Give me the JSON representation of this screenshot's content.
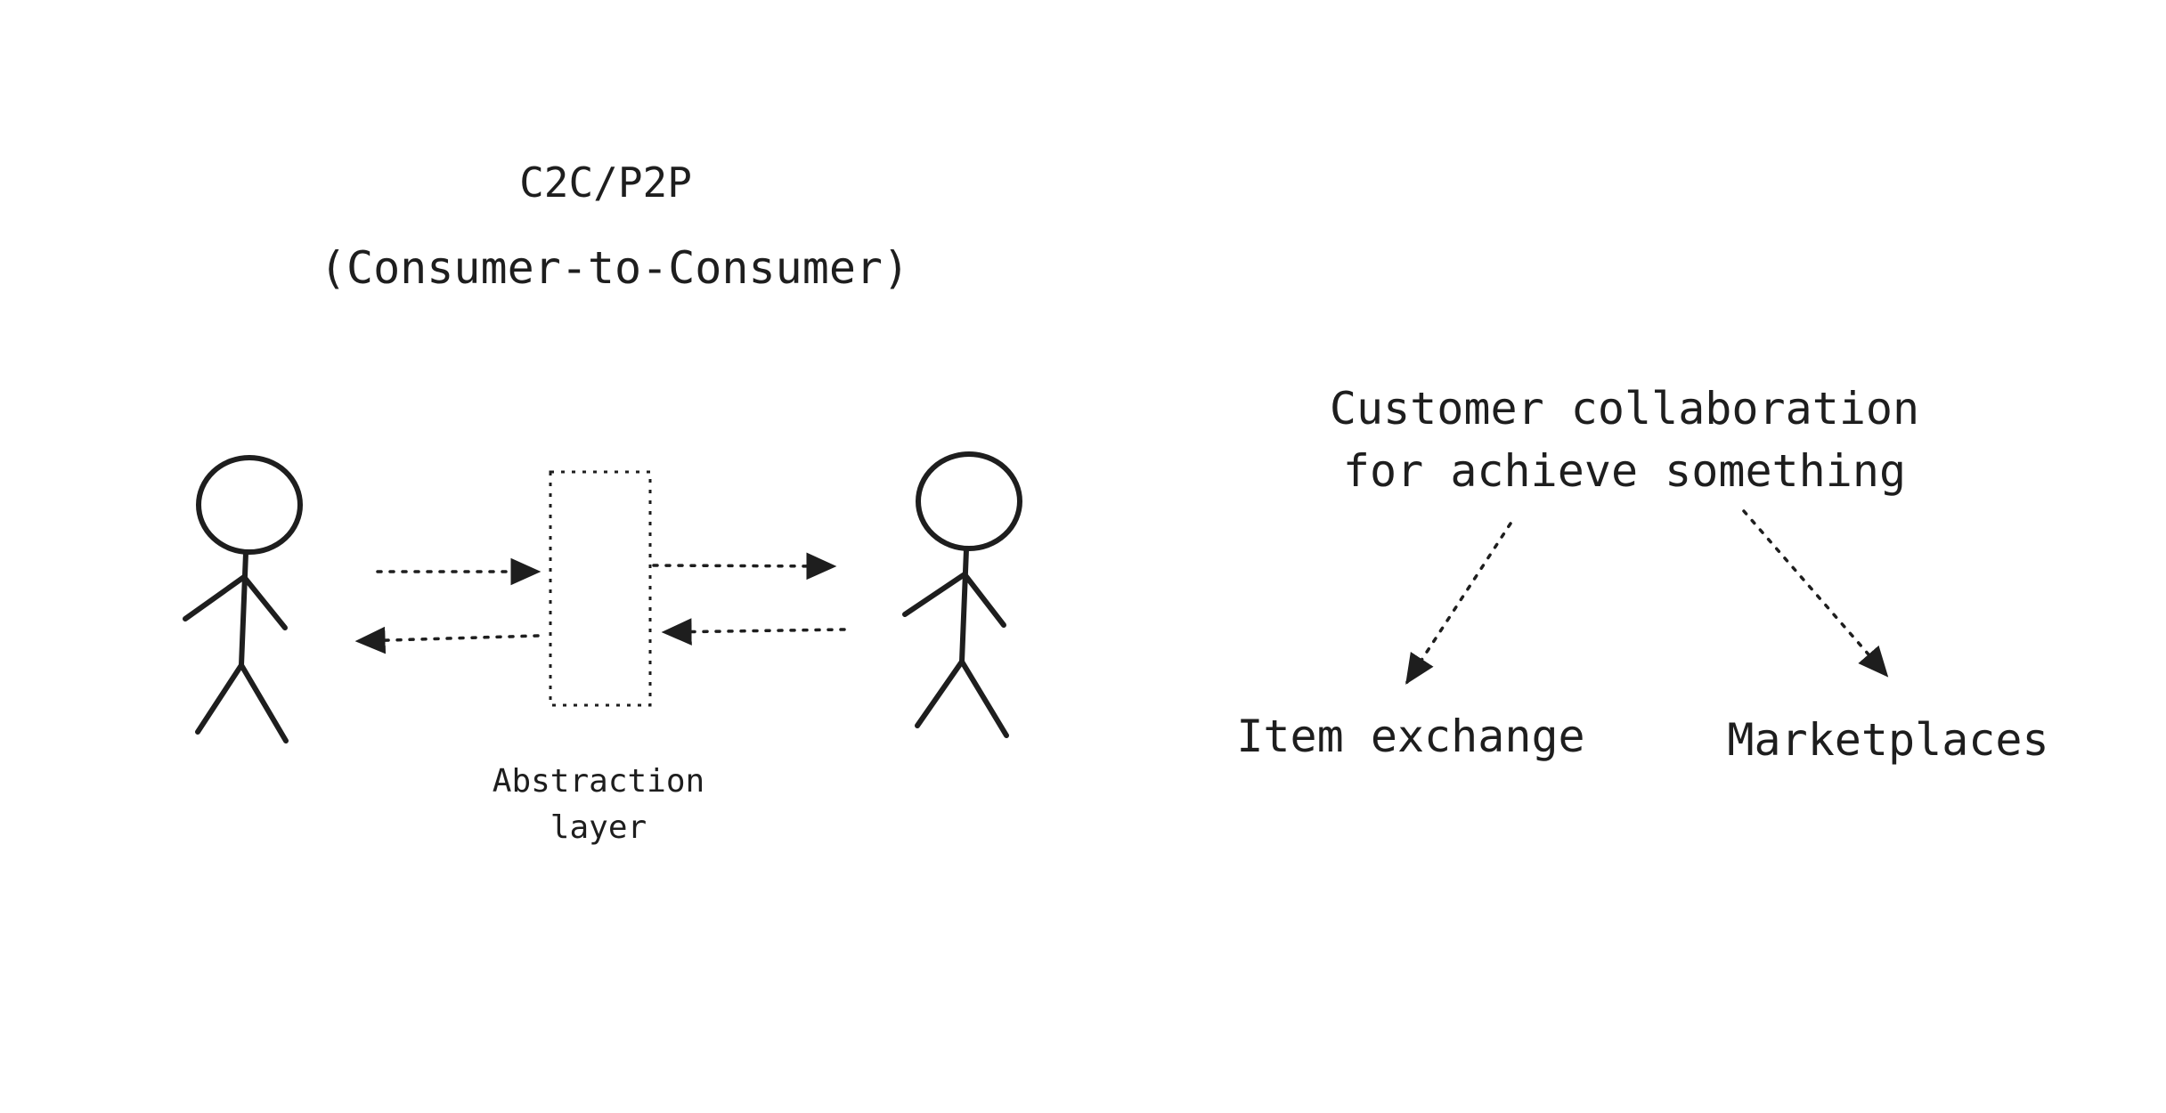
{
  "diagram": {
    "title_line_1": "C2C/P2P",
    "title_line_2": "(Consumer-to-Consumer)",
    "abstraction_label": "Abstraction\nlayer",
    "goal_label": "Customer collaboration\nfor achieve something",
    "branch_left": "Item exchange",
    "branch_right": "Marketplaces"
  },
  "colors": {
    "ink": "#1e1e1e",
    "background": "#ffffff"
  }
}
